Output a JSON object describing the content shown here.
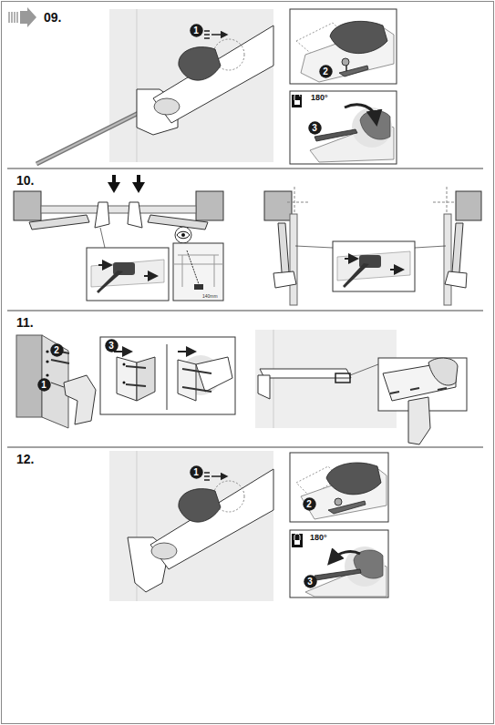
{
  "diagram": {
    "nodes": [
      {
        "text": [
          "1"
        ]
      },
      {
        "text": [
          "2"
        ]
      },
      {
        "text": [
          "3"
        ]
      },
      {
        "text": [
          "2"
        ]
      },
      {
        "text": [
          "1"
        ]
      },
      {
        "text": [
          "3"
        ]
      },
      {
        "text": [
          "1"
        ]
      },
      {
        "text": [
          "2"
        ]
      },
      {
        "text": [
          "3"
        ]
      }
    ],
    "labels": [
      "09.",
      "180°",
      "10.",
      "140mm",
      "11.",
      "12.",
      "180°"
    ]
  }
}
